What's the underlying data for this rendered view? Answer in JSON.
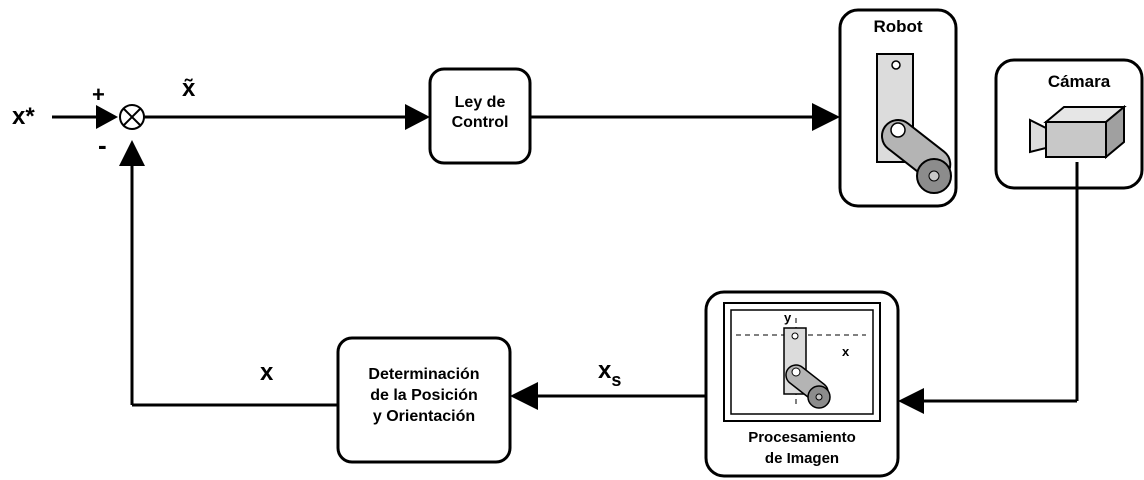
{
  "signals": {
    "reference": "x*",
    "error": "x̃",
    "measured": "x",
    "sensor": "x",
    "sensor_sub": "s"
  },
  "junction": {
    "plus": "+",
    "minus": "-"
  },
  "blocks": {
    "controller": [
      "Ley de",
      "Control"
    ],
    "robot": "Robot",
    "camera": "Cámara",
    "processing": [
      "Procesamiento",
      "de Imagen"
    ],
    "pose": [
      "Determinación",
      "de la Posición",
      "y Orientación"
    ]
  },
  "image_axes": {
    "x": "x",
    "y": "y"
  }
}
